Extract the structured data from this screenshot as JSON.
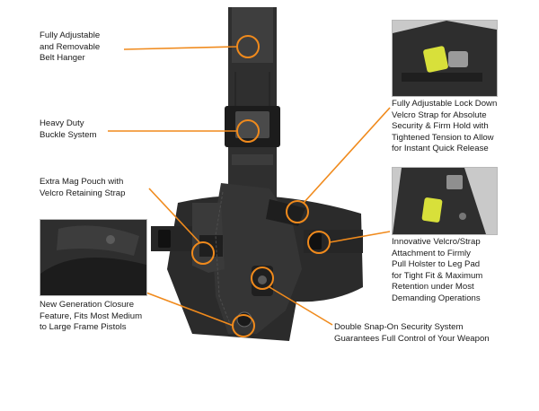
{
  "colors": {
    "callout": "#f08a1c",
    "nylon_dark": "#2a2a2a",
    "nylon_mid": "#3d3d3d",
    "nylon_light": "#555555",
    "buckle": "#1c1c1c",
    "inset_bg": "#c9c9c9",
    "accent_yellow": "#d8e03a"
  },
  "callouts": {
    "belt_hanger": "Fully Adjustable\nand Removable\nBelt Hanger",
    "buckle_system": "Heavy Duty\nBuckle System",
    "mag_pouch": "Extra Mag Pouch with\nVelcro Retaining Strap",
    "closure": "New Generation Closure\nFeature, Fits Most Medium\nto Large Frame Pistols",
    "lock_strap": "Fully Adjustable Lock Down\nVelcro Strap for Absolute\nSecurity & Firm Hold with\nTightened Tension to Allow\nfor Instant Quick Release",
    "leg_attachment": "Innovative Velcro/Strap\nAttachment to Firmly\nPull Holster to Leg Pad\nfor Tight Fit & Maximum\nRetention under Most\nDemanding Operations",
    "snap_on": "Double Snap-On Security System\nGuarantees Full Control of Your Weapon"
  },
  "insets": {
    "top_right": "velcro-strap-closeup-photo",
    "mid_right": "strap-attachment-closeup-photo",
    "left": "closure-closeup-photo"
  }
}
